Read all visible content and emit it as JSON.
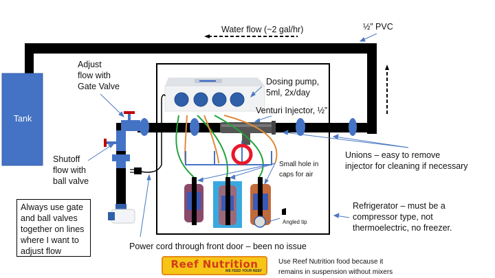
{
  "title": "Dosing refrigerator plumbing diagram",
  "labels": {
    "water_flow": "Water flow (~2 gal/hr)",
    "pvc": "½” PVC",
    "tank": "Tank",
    "adjust_flow": [
      "Adjust",
      "flow with",
      "Gate Valve"
    ],
    "dosing_pump": [
      "Dosing pump,",
      "5ml, 2x/day"
    ],
    "venturi": "Venturi Injector, ½”",
    "shutoff": [
      "Shutoff",
      "flow with",
      "ball valve"
    ],
    "small_hole": [
      "Small hole in",
      "caps for air"
    ],
    "unions": [
      "Unions – easy to remove",
      "injector for cleaning if necessary"
    ],
    "refrigerator": [
      "Refrigerator – must be a",
      "compressor type, not",
      "thermoelectric, no freezer."
    ],
    "angled_tip": "Angled tip",
    "power_cord": "Power cord through front door – been no issue",
    "note": [
      "Always use gate",
      "and ball valves",
      "together on lines",
      "where I want to",
      "adjust flow"
    ],
    "food_note": [
      "Use Reef Nutrition food because it",
      "remains in suspension without mixers"
    ]
  },
  "logo": {
    "brand": "Reef Nutrition",
    "tagline": "WE FEED YOUR REEF"
  },
  "colors": {
    "pipe": "#000000",
    "tank": "#4472c4",
    "fitting": "#4472c4",
    "union": "#4472c4",
    "valve_handle": "#c00000",
    "arrow": "#4a78c2",
    "tube_green": "#22a33a",
    "tube_orange": "#e08a3a",
    "ring": "#e8192c",
    "manifold": "#4472c4",
    "logo_bg": "#f6c515",
    "logo_text": "#d43a1a"
  }
}
